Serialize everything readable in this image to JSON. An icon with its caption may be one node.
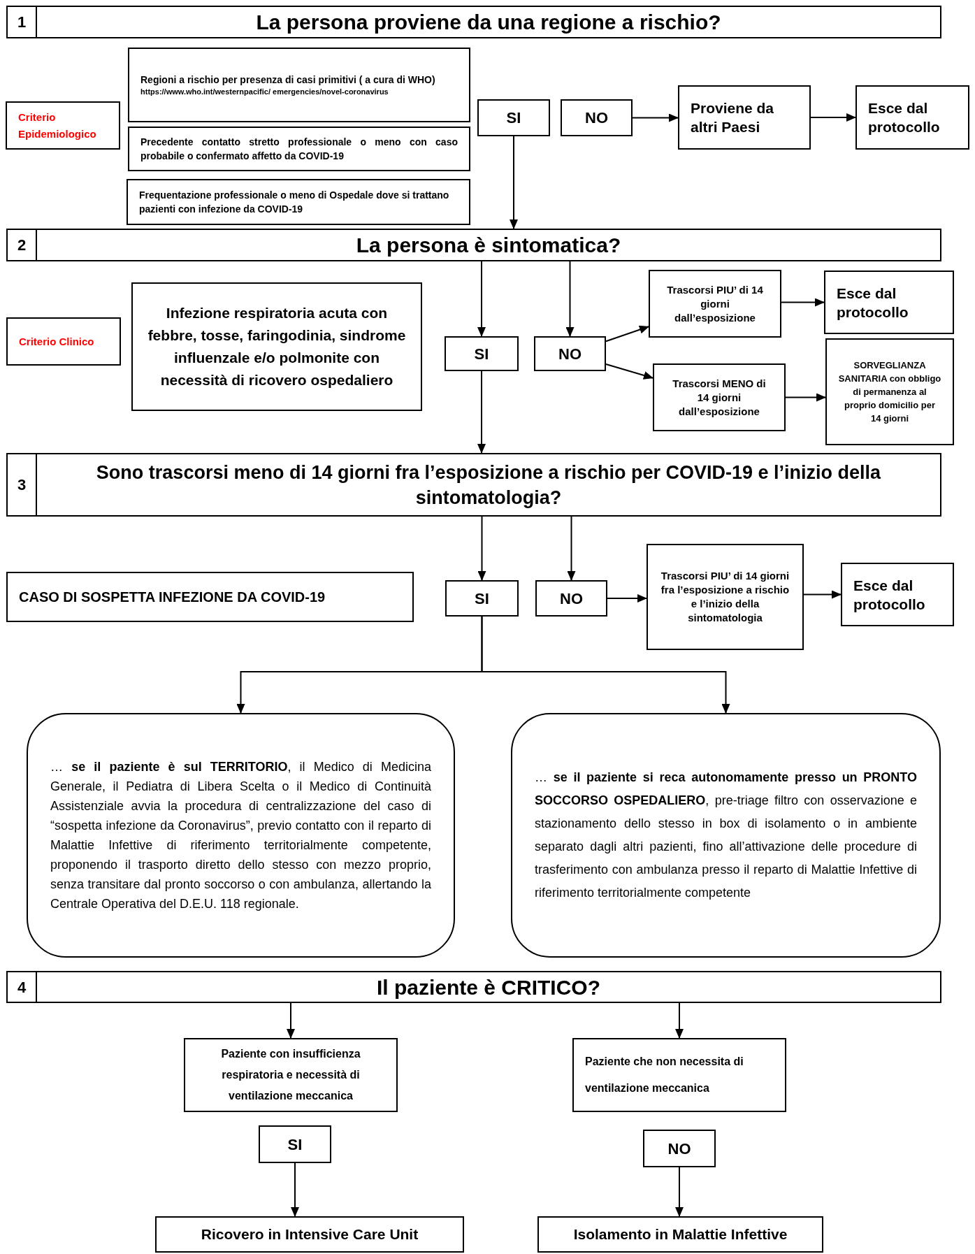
{
  "diagram": {
    "nodes": [
      {
        "text": [
          "1",
          "La persona proviene da una regione a rischio?"
        ]
      },
      {
        "text": [
          "Criterio Epidemiologico"
        ]
      },
      {
        "text": [
          "Regioni a rischio per presenza di casi primitivi ( a cura di WHO)",
          "https://www.who.int/westernpacific/ emergencies/novel-coronavirus"
        ]
      },
      {
        "text": [
          "Precedente contatto stretto professionale o meno con caso probabile o confermato affetto da COVID-19"
        ]
      },
      {
        "text": [
          "Frequentazione professionale o meno di Ospedale dove si trattano pazienti con infezione da COVID-19"
        ]
      },
      {
        "text": [
          "SI"
        ]
      },
      {
        "text": [
          "NO"
        ]
      },
      {
        "text": [
          "Proviene da altri Paesi"
        ]
      },
      {
        "text": [
          "Esce dal protocollo"
        ]
      },
      {
        "text": [
          "2",
          "La persona è sintomatica?"
        ]
      },
      {
        "text": [
          "Criterio Clinico"
        ]
      },
      {
        "text": [
          "Infezione respiratoria acuta con febbre, tosse, faringodinia, sindrome influenzale e/o polmonite con necessità di ricovero ospedaliero"
        ]
      },
      {
        "text": [
          "SI"
        ]
      },
      {
        "text": [
          "NO"
        ]
      },
      {
        "text": [
          "Trascorsi PIU’ di 14 giorni dall’esposizione"
        ]
      },
      {
        "text": [
          "Esce dal protocollo"
        ]
      },
      {
        "text": [
          "Trascorsi MENO di 14 giorni dall’esposizione"
        ]
      },
      {
        "text": [
          "SORVEGLIANZA SANITARIA con obbligo di permanenza al proprio domicilio per 14 giorni"
        ]
      },
      {
        "text": [
          "3",
          "Sono trascorsi meno di 14 giorni fra l’esposizione a rischio per COVID-19 e l’inizio della sintomatologia?"
        ]
      },
      {
        "text": [
          "CASO DI SOSPETTA INFEZIONE DA COVID-19"
        ]
      },
      {
        "text": [
          "SI"
        ]
      },
      {
        "text": [
          "NO"
        ]
      },
      {
        "text": [
          "Trascorsi PIU’ di 14 giorni fra l’esposizione a rischio e l’inizio della sintomatologia"
        ]
      },
      {
        "text": [
          "Esce dal protocollo"
        ]
      },
      {
        "text": [
          "… **se il paziente è sul TERRITORIO**,  il Medico di Medicina Generale, il Pediatra di Libera Scelta o il Medico di Continuità Assistenziale avvia la procedura di centralizzazione del caso di “sospetta infezione da Coronavirus”, previo contatto con il reparto di Malattie Infettive di riferimento territorialmente competente, proponendo il trasporto diretto dello stesso con mezzo proprio, senza transitare dal pronto soccorso o con ambulanza, allertando la Centrale Operativa del D.E.U. 118 regionale."
        ]
      },
      {
        "text": [
          "… **se il paziente si reca autonomamente presso un PRONTO SOCCORSO OSPEDALIERO**, pre-triage filtro con osservazione e stazionamento dello stesso  in box di isolamento o in ambiente separato dagli altri pazienti, fino all’attivazione delle procedure di trasferimento con ambulanza presso il reparto di Malattie Infettive di riferimento territorialmente competente"
        ]
      },
      {
        "text": [
          "4",
          "Il paziente è CRITICO?"
        ]
      },
      {
        "text": [
          "Paziente con insufficienza respiratoria e necessità di ventilazione meccanica"
        ]
      },
      {
        "text": [
          "Paziente che non necessita di ventilazione meccanica"
        ]
      },
      {
        "text": [
          "SI"
        ]
      },
      {
        "text": [
          "NO"
        ]
      },
      {
        "text": [
          "Ricovero in Intensive Care Unit"
        ]
      },
      {
        "text": [
          "Isolamento in Malattie Infettive"
        ]
      }
    ],
    "edges": [
      {
        "from": 6,
        "to": 7,
        "arrow": "to"
      },
      {
        "from": 7,
        "to": 8,
        "arrow": "to"
      },
      {
        "from": 5,
        "to": 9,
        "arrow": "to"
      },
      {
        "from": 9,
        "to": 12,
        "arrow": "to"
      },
      {
        "from": 9,
        "to": 13,
        "arrow": "to"
      },
      {
        "from": 13,
        "to": 14,
        "arrow": "to"
      },
      {
        "from": 13,
        "to": 16,
        "arrow": "to"
      },
      {
        "from": 14,
        "to": 15,
        "arrow": "to"
      },
      {
        "from": 16,
        "to": 17,
        "arrow": "to"
      },
      {
        "from": 12,
        "to": 18,
        "arrow": "to"
      },
      {
        "from": 18,
        "to": 20,
        "arrow": "to"
      },
      {
        "from": 18,
        "to": 21,
        "arrow": "to"
      },
      {
        "from": 21,
        "to": 22,
        "arrow": "to"
      },
      {
        "from": 22,
        "to": 23,
        "arrow": "to"
      },
      {
        "from": 20,
        "to": 24,
        "arrow": "to"
      },
      {
        "from": 20,
        "to": 25,
        "arrow": "to"
      },
      {
        "from": 26,
        "to": 27,
        "arrow": "to"
      },
      {
        "from": 26,
        "to": 28,
        "arrow": "to"
      },
      {
        "from": 29,
        "to": 31,
        "arrow": "to"
      },
      {
        "from": 30,
        "to": 32,
        "arrow": "to"
      }
    ]
  }
}
